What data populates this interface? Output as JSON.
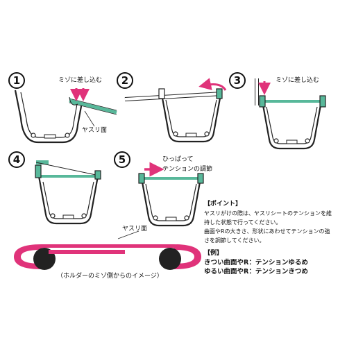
{
  "steps": [
    {
      "number": "1",
      "label_top": "ミゾに差し込む",
      "label_side": "ヤスリ面"
    },
    {
      "number": "2"
    },
    {
      "number": "3",
      "label_top": "ミゾに差し込む"
    },
    {
      "number": "4"
    },
    {
      "number": "5",
      "label_top_1": "ひっぱって",
      "label_top_2": "テンションの調節"
    }
  ],
  "bottom_diagram": {
    "label_top": "ヤスリ面",
    "caption": "（ホルダーのミゾ側からのイメージ）"
  },
  "tips": {
    "point_header": "【ポイント】",
    "point_lines": [
      "ヤスリがけの際は、ヤスリシートのテンションを維",
      "持した状態で行ってください。",
      "曲面やRの大きさ、形状にあわせてテンションの強",
      "さを調節してください。"
    ],
    "example_header": "【例】",
    "example_lines": [
      "きつい曲面やR：テンションゆるめ",
      "ゆるい曲面やR：テンションきつめ"
    ]
  },
  "colors": {
    "sheet": "#58b89a",
    "arrow": "#e0337a",
    "outline": "#222222",
    "bottom_band": "#e0337a"
  }
}
